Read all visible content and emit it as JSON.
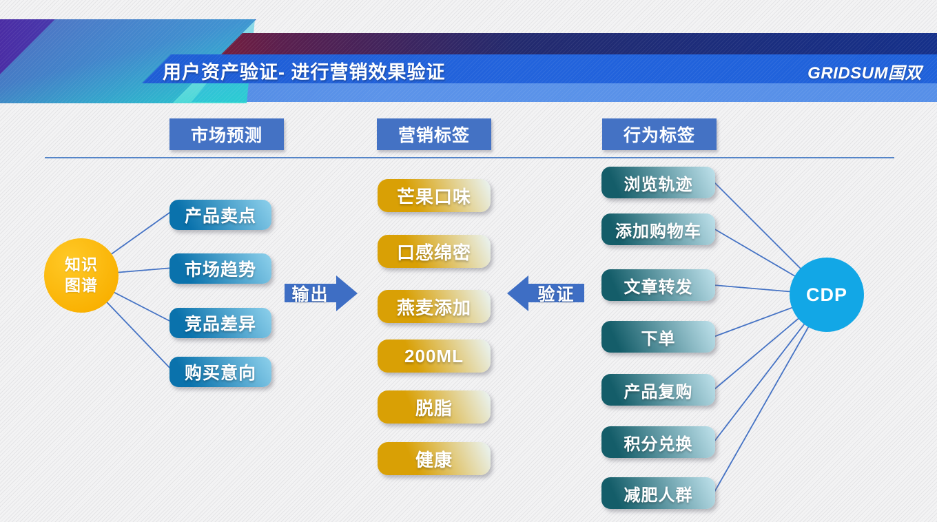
{
  "header": {
    "title": "用户资产验证- 进行营销效果验证",
    "logo": "GRIDSUM国双"
  },
  "columns": [
    {
      "header": "市场预测",
      "items": [
        "产品卖点",
        "市场趋势",
        "竞品差异",
        "购买意向"
      ]
    },
    {
      "header": "营销标签",
      "items": [
        "芒果口味",
        "口感绵密",
        "燕麦添加",
        "200ML",
        "脱脂",
        "健康"
      ]
    },
    {
      "header": "行为标签",
      "items": [
        "浏览轨迹",
        "添加购物车",
        "文章转发",
        "下单",
        "产品复购",
        "积分兑换",
        "减肥人群"
      ]
    }
  ],
  "nodes": {
    "knowledge_graph": {
      "line1": "知识",
      "line2": "图谱"
    },
    "cdp": {
      "label": "CDP"
    }
  },
  "arrows": {
    "output": "输出",
    "verify": "验证"
  },
  "colors": {
    "column_header_blue": "#4472C4",
    "arrow_blue": "#3E6EC4",
    "connector_blue": "#4472C4",
    "knowledge_graph_yellow": "#FFBC00",
    "cdp_cyan": "#12A7E6",
    "market_box_gradient": [
      "#0A72AC",
      "#8ED1EC"
    ],
    "marketing_box_gradient": [
      "#D9A005",
      "#E9F0E9"
    ],
    "behavior_box_gradient": [
      "#145D69",
      "#BADEE8"
    ],
    "title_band_blue": "#2063DB",
    "header_red_accent": "#D2200A",
    "header_cyan_accent": "#2BD2CE",
    "header_indigo_accent": "#4A2CA4"
  }
}
